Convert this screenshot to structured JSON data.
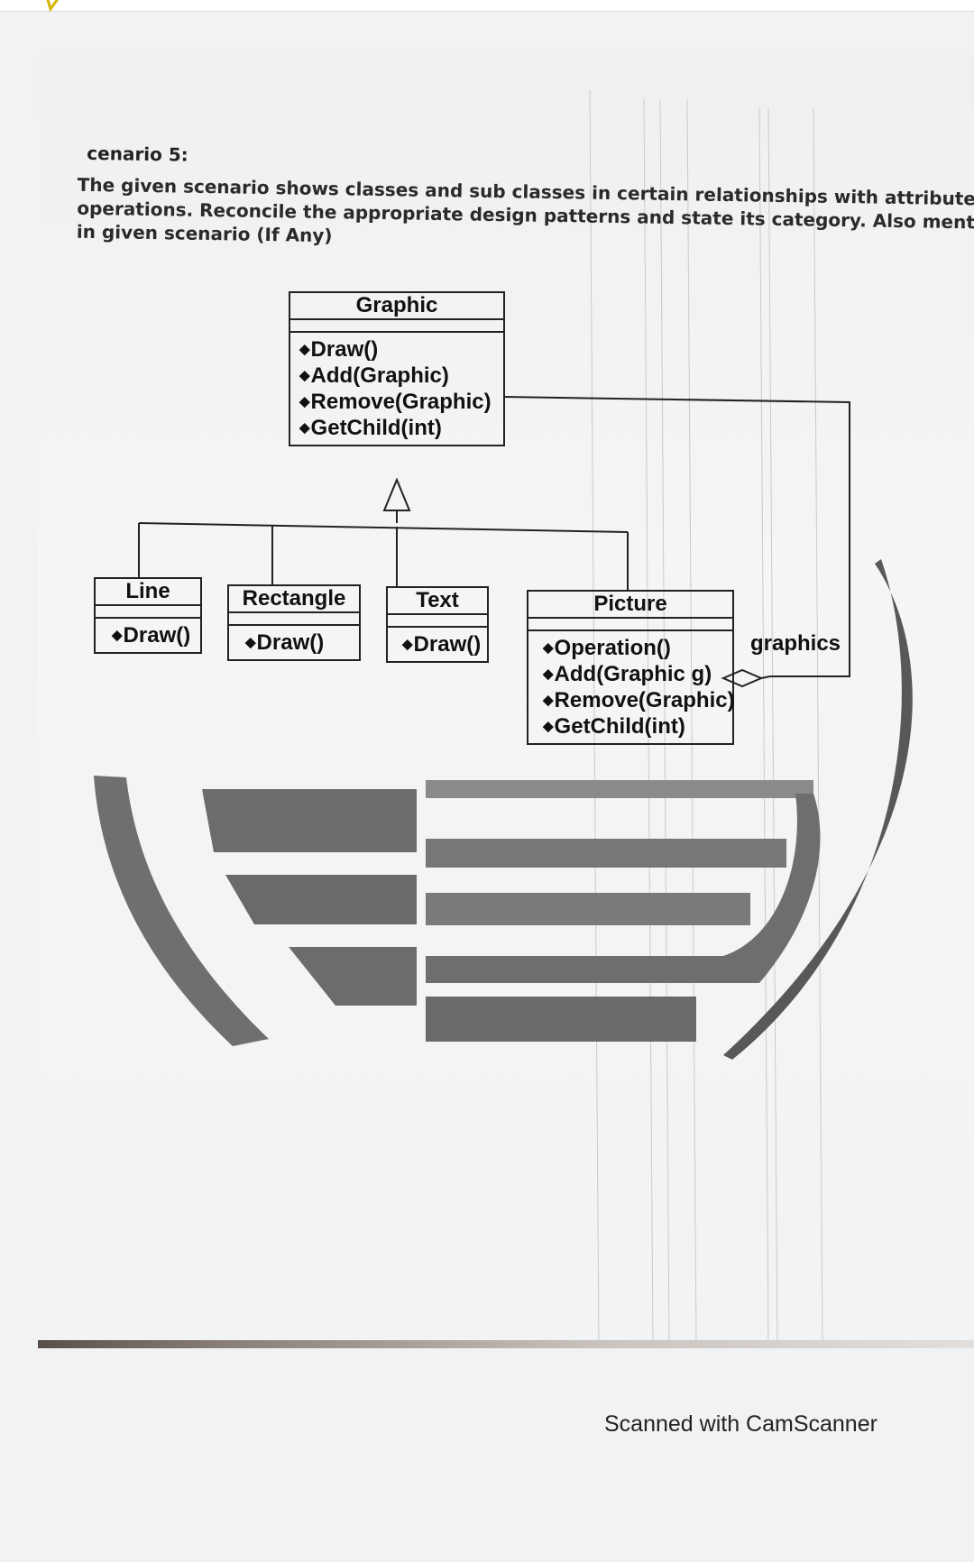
{
  "scenario": {
    "heading": "cenario 5:",
    "description_lines": [
      "The given scenario shows classes and sub classes in certain relationships with attributes and",
      "operations. Reconcile the appropriate design patterns and state its category. Also mention errors",
      "in given scenario (If Any)"
    ]
  },
  "diagram": {
    "classes": {
      "graphic": {
        "name": "Graphic",
        "operations": [
          "Draw()",
          "Add(Graphic)",
          "Remove(Graphic)",
          "GetChild(int)"
        ]
      },
      "line": {
        "name": "Line",
        "operations": [
          "Draw()"
        ]
      },
      "rectangle": {
        "name": "Rectangle",
        "operations": [
          "Draw()"
        ]
      },
      "text": {
        "name": "Text",
        "operations": [
          "Draw()"
        ]
      },
      "picture": {
        "name": "Picture",
        "operations": [
          "Operation()",
          "Add(Graphic g)",
          "Remove(Graphic)",
          "GetChild(int)"
        ]
      }
    },
    "relationships": {
      "inheritance": "Line, Rectangle, Text, Picture inherit Graphic",
      "aggregation_label": "graphics"
    }
  },
  "footer": {
    "watermark": "Scanned with CamScanner"
  }
}
